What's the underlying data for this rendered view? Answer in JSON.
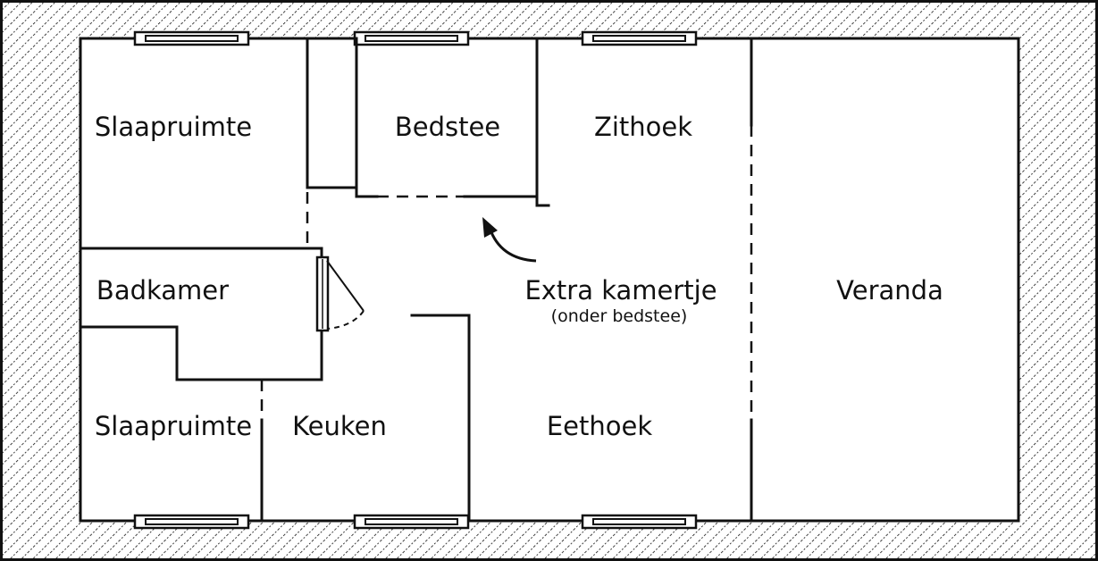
{
  "colors": {
    "line": "#111111",
    "background": "#ffffff",
    "hatch": "#111111"
  },
  "rooms": {
    "slaapruimte_top": "Slaapruimte",
    "bedstee": "Bedstee",
    "zithoek": "Zithoek",
    "badkamer": "Badkamer",
    "extra_kamertje": "Extra kamertje",
    "extra_kamertje_note": "(onder bedstee)",
    "veranda": "Veranda",
    "slaapruimte_bottom": "Slaapruimte",
    "keuken": "Keuken",
    "eethoek": "Eethoek"
  }
}
